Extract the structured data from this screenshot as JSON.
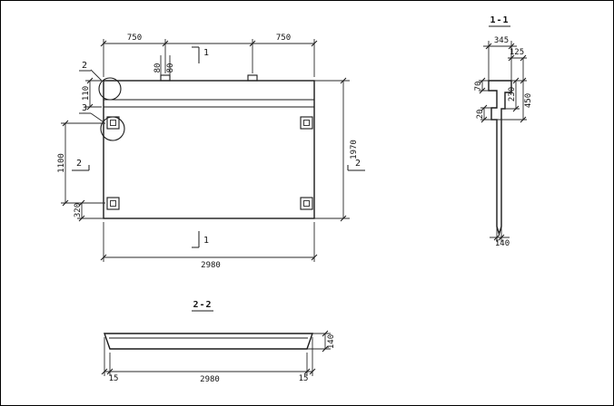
{
  "plan_view": {
    "dim_750_left": "750",
    "dim_750_right": "750",
    "dim_80_left": "80",
    "dim_80_right": "80",
    "dim_110": "110",
    "dim_1100": "1100",
    "dim_320": "320",
    "dim_1970": "1970",
    "dim_2980": "2980",
    "callout_2": "2",
    "callout_3": "3",
    "section1_marker_top": "1",
    "section1_marker_bottom": "1",
    "section2_marker_left": "2",
    "section2_marker_right": "2"
  },
  "section_1_1": {
    "title": "1-1",
    "dim_345": "345",
    "dim_125": "125",
    "dim_70": "70",
    "dim_230": "230",
    "dim_450": "450",
    "dim_20": "20",
    "dim_140": "140"
  },
  "section_2_2": {
    "title": "2-2",
    "dim_2980": "2980",
    "dim_140": "140",
    "dim_15_left": "15",
    "dim_15_right": "15"
  }
}
